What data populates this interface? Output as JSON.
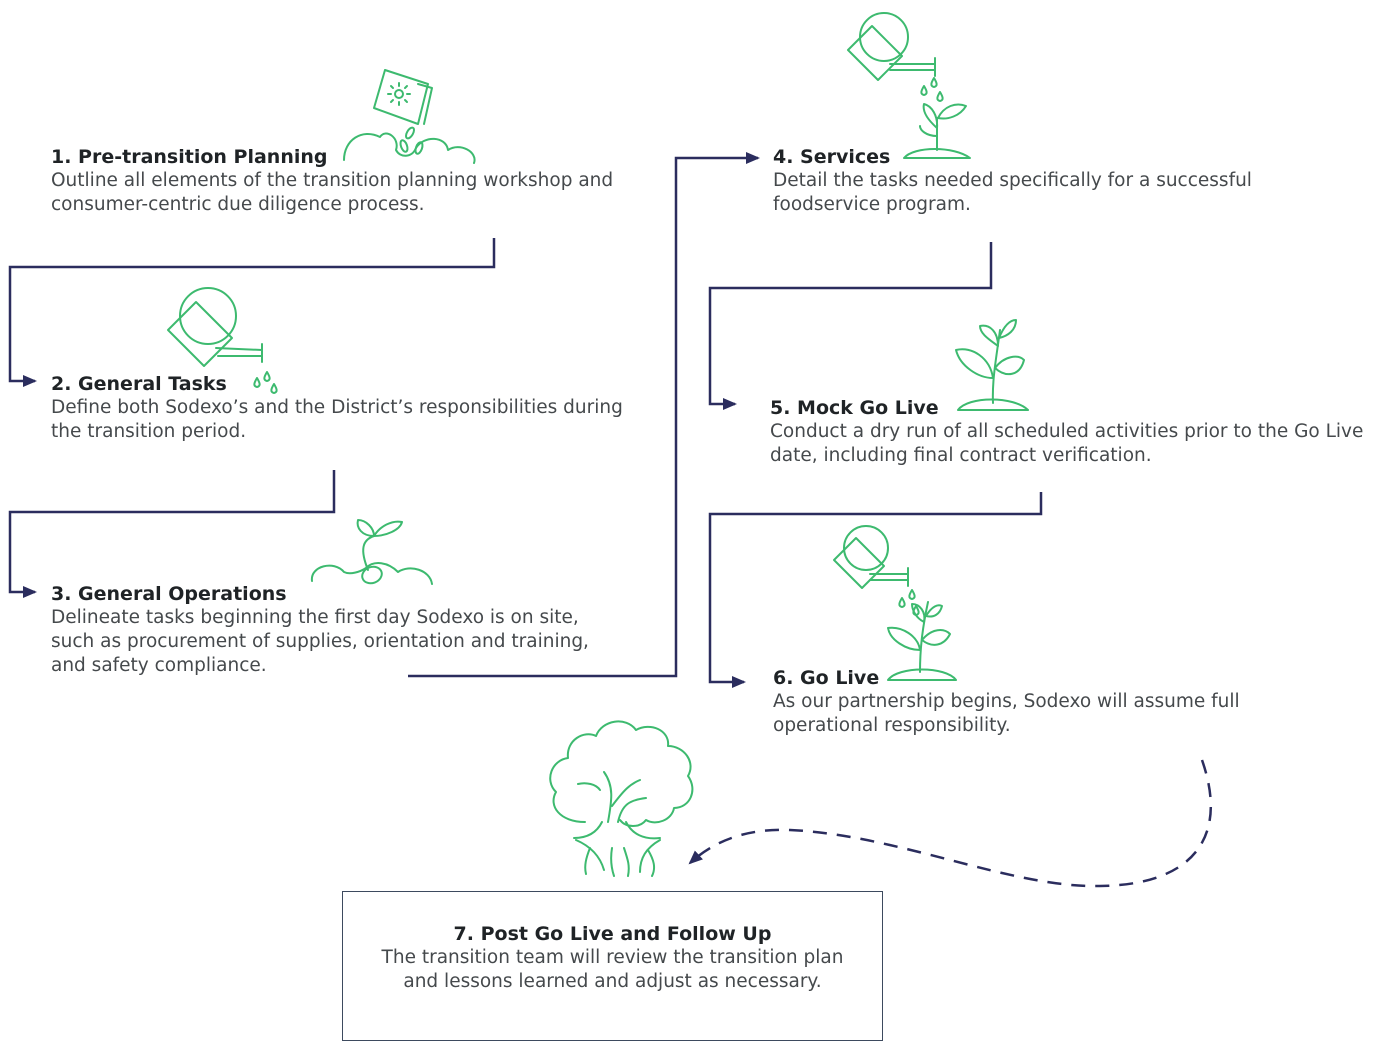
{
  "header_fragment": "",
  "steps": [
    {
      "title": "1. Pre-transition Planning",
      "text": "Outline all elements of the transition planning workshop and consumer-centric due diligence process."
    },
    {
      "title": "2. General Tasks",
      "text": "Define both Sodexo’s and the District’s responsibilities during the transition period."
    },
    {
      "title": "3. General Operations",
      "text": "Delineate tasks beginning the first day Sodexo is on site, such as procurement of supplies, orientation and training, and safety compliance."
    },
    {
      "title": "4. Services",
      "text": "Detail the tasks needed specifically for a successful foodservice program."
    },
    {
      "title": "5. Mock Go Live",
      "text": "Conduct a dry run of all scheduled activities prior to the Go Live date, including final contract verification."
    },
    {
      "title": "6. Go Live",
      "text": "As our partnership begins, Sodexo will assume full operational responsibility."
    },
    {
      "title": "7. Post Go Live and Follow Up",
      "text": "The transition team will review the transition plan and lessons learned and adjust as necessary."
    }
  ],
  "colors": {
    "connector": "#2b2d5e",
    "icon": "#3dba6f",
    "text": "#45494c"
  },
  "icons": [
    "seed-packet-icon",
    "watering-can-icon",
    "sprout-icon",
    "watering-plant-icon",
    "young-plant-icon",
    "watering-growing-plant-icon",
    "tree-icon"
  ]
}
